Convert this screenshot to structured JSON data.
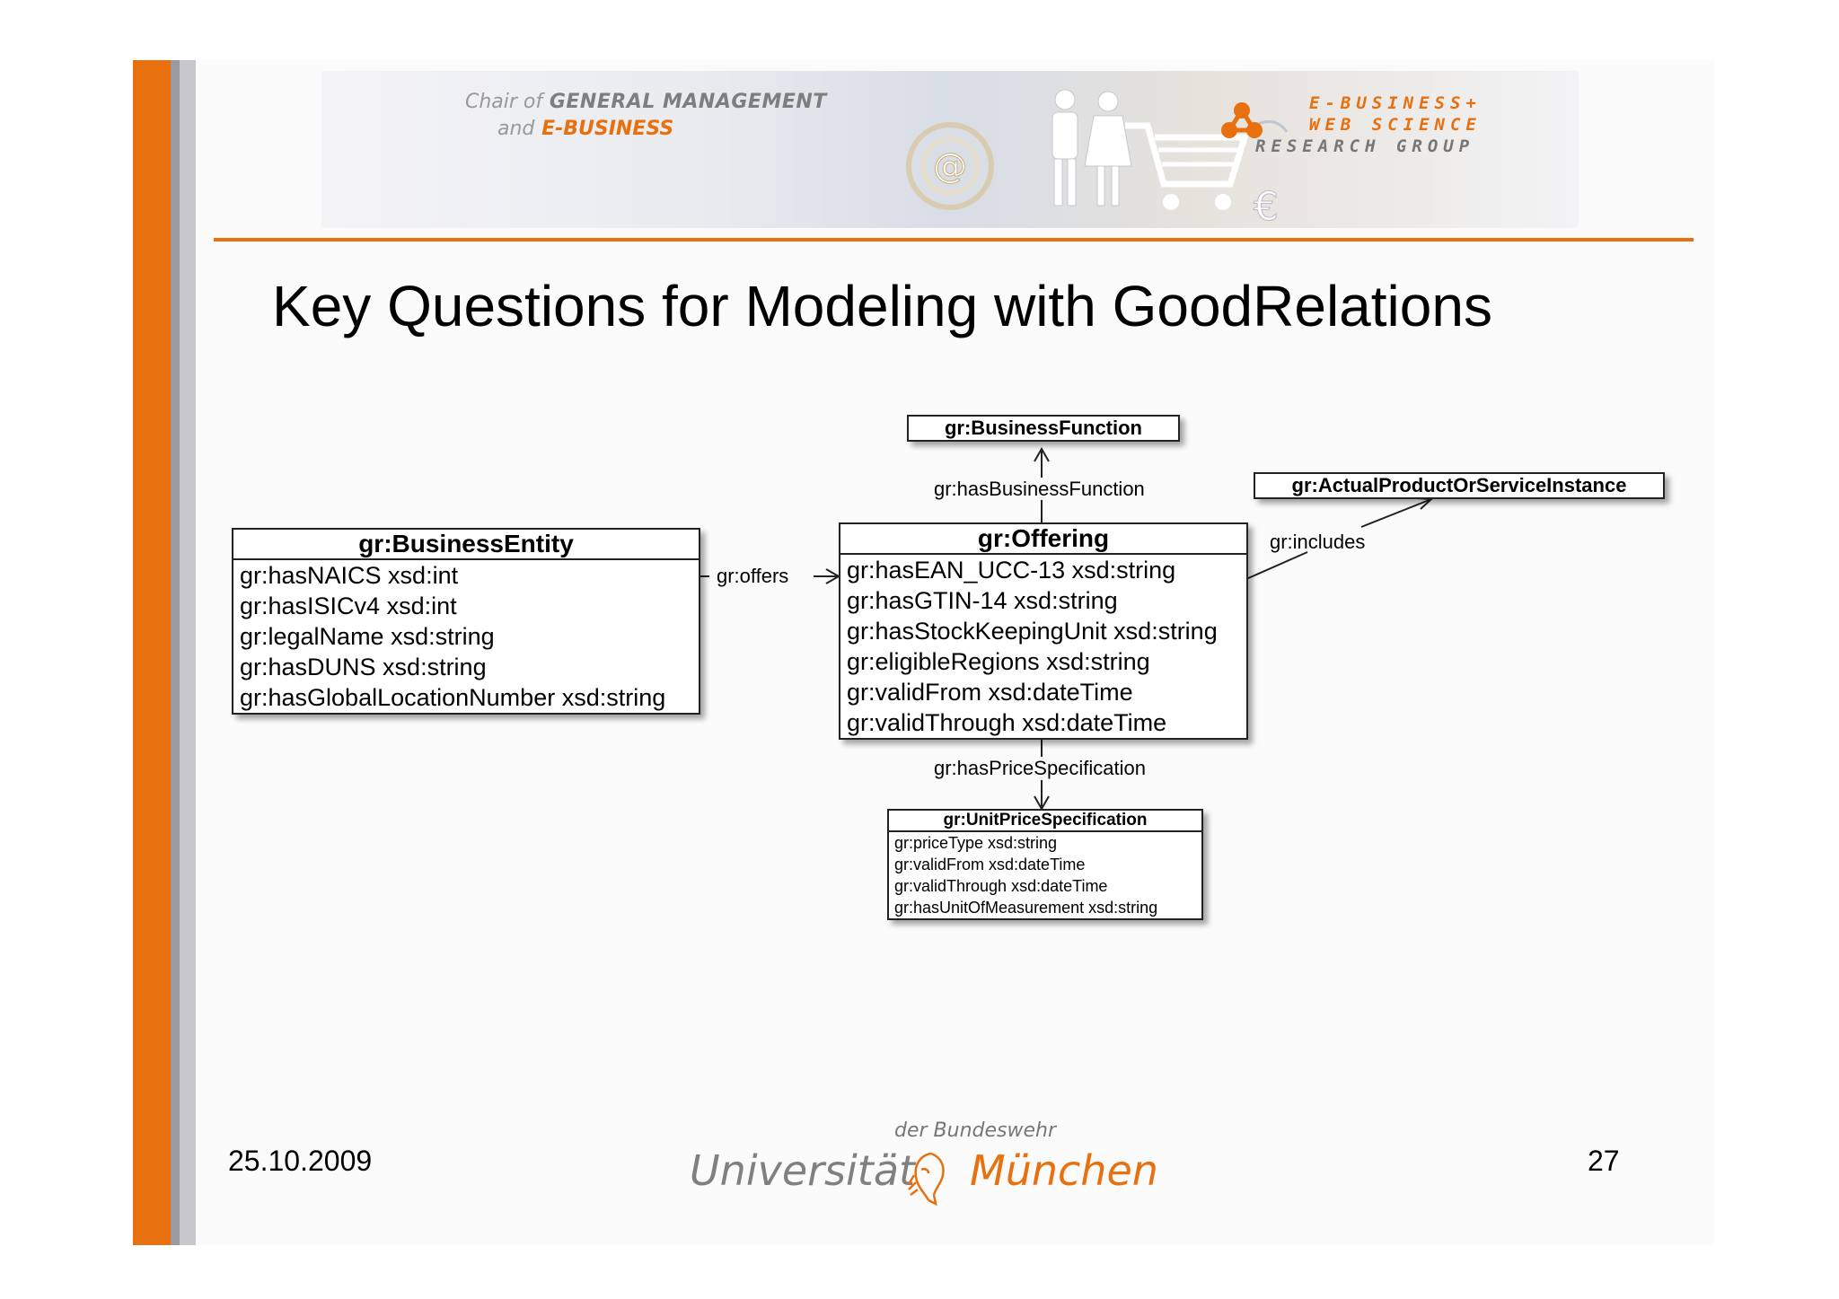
{
  "header": {
    "left_line1_small": "Chair of",
    "left_line1_strong": "GENERAL MANAGEMENT",
    "left_line2_small": "and",
    "left_line2_accent": "E-BUSINESS",
    "right_line1": "E-BUSINESS+",
    "right_line2": "WEB SCIENCE",
    "right_line3": "RESEARCH GROUP"
  },
  "title": "Key Questions for Modeling with GoodRelations",
  "diagram": {
    "business_function": {
      "name": "gr:BusinessFunction"
    },
    "actual_product": {
      "name": "gr:ActualProductOrServiceInstance"
    },
    "business_entity": {
      "name": "gr:BusinessEntity",
      "attributes": [
        "gr:hasNAICS xsd:int",
        "gr:hasISICv4 xsd:int",
        "gr:legalName xsd:string",
        "gr:hasDUNS xsd:string",
        "gr:hasGlobalLocationNumber xsd:string"
      ]
    },
    "offering": {
      "name": "gr:Offering",
      "attributes": [
        "gr:hasEAN_UCC-13 xsd:string",
        "gr:hasGTIN-14 xsd:string",
        "gr:hasStockKeepingUnit xsd:string",
        "gr:eligibleRegions xsd:string",
        "gr:validFrom xsd:dateTime",
        "gr:validThrough xsd:dateTime"
      ]
    },
    "unit_price_spec": {
      "name": "gr:UnitPriceSpecification",
      "attributes": [
        "gr:priceType xsd:string",
        "gr:validFrom xsd:dateTime",
        "gr:validThrough xsd:dateTime",
        "gr:hasUnitOfMeasurement xsd:string"
      ]
    },
    "relations": {
      "offers": "gr:offers",
      "has_business_function": "gr:hasBusinessFunction",
      "includes": "gr:includes",
      "has_price_specification": "gr:hasPriceSpecification"
    }
  },
  "footer": {
    "date": "25.10.2009",
    "page_number": "27",
    "university_top": "der Bundeswehr",
    "university_left": "Universität",
    "university_right": "München"
  },
  "colors": {
    "accent": "#e8700e",
    "side_gray": "#9a9aa0"
  },
  "icons": [
    "shopping-cart-icon",
    "people-icon",
    "at-sign-icon",
    "euro-icon",
    "molecule-logo-icon",
    "university-crest-icon"
  ]
}
